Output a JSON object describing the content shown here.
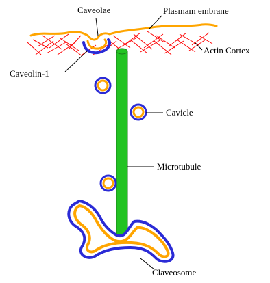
{
  "diagram": {
    "labels": {
      "caveolae": "Caveolae",
      "plasma_membrane": "Plasmam embrane",
      "actin_cortex": "Actin Cortex",
      "caveolin_1": "Caveolin-1",
      "cavicle": "Cavicle",
      "microtubule": "Microtubule",
      "claveosome": "Claveosome"
    },
    "colors": {
      "membrane": "#ffa500",
      "actin": "#ff0000",
      "caveolin": "#2b2bd6",
      "microtubule": "#22c322",
      "leader_lines": "#000000"
    },
    "structures": [
      "plasma-membrane",
      "actin-cortex",
      "caveola",
      "microtubule",
      "cavicle-vesicles",
      "claveosome"
    ]
  }
}
